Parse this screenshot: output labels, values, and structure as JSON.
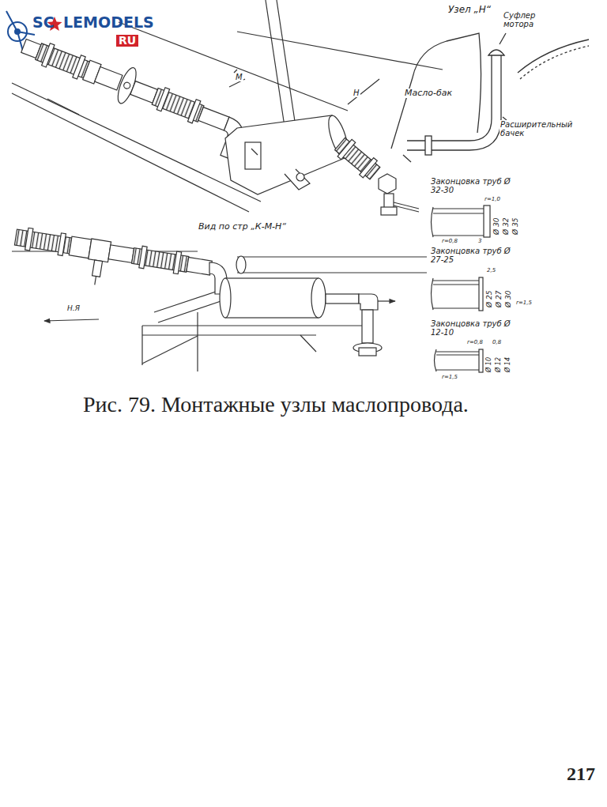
{
  "diagram": {
    "caption": "Рис. 79. Монтажные узлы маслопровода.",
    "labels": [
      "SC",
      "LEMODELS",
      "RU",
      "Узел „Н“",
      "Суфлер мотора",
      "Масло-бак",
      "Расширительный бачек",
      "М",
      "Н",
      "Законцовка труб Ø 32-30",
      "r=1,0",
      "Ø 30",
      "Ø 32",
      "Ø 35",
      "r=0,8",
      "3",
      "Законцовка труб Ø 27-25",
      "2,5",
      "Ø 25",
      "Ø 27",
      "Ø 30",
      "r=1,5",
      "Законцовка труб Ø 12-10",
      "r=0,8",
      "0,8",
      "Ø 10",
      "Ø 12",
      "Ø 14",
      "r=1,5",
      "Вид по стр „К-М-Н“",
      "Н.Я",
      "217"
    ]
  }
}
